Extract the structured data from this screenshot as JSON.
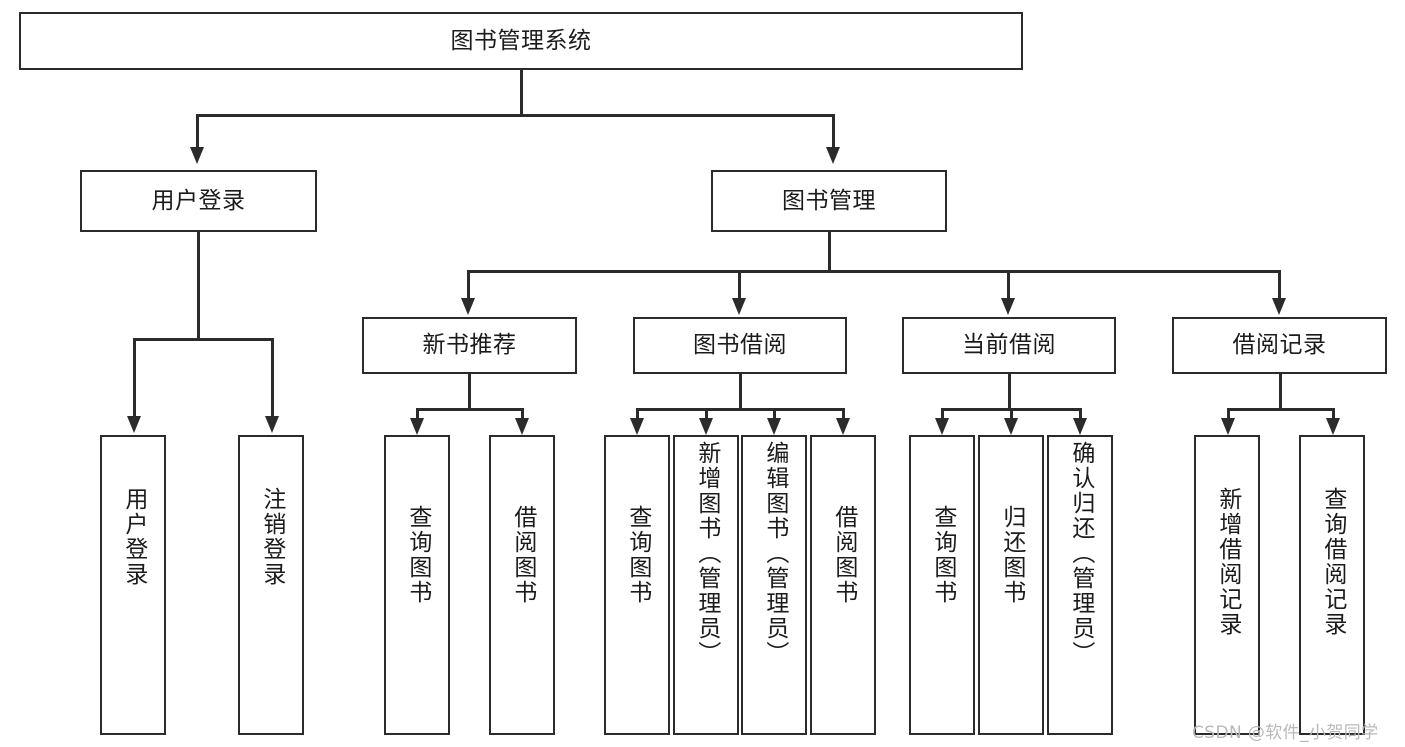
{
  "diagram": {
    "title": "图书管理系统",
    "type": "tree",
    "root": {
      "label": "图书管理系统"
    },
    "level2": [
      {
        "id": "user-login",
        "label": "用户登录"
      },
      {
        "id": "book-manage",
        "label": "图书管理"
      }
    ],
    "level3": [
      {
        "id": "new-book-recommend",
        "label": "新书推荐",
        "parent": "book-manage"
      },
      {
        "id": "book-borrow",
        "label": "图书借阅",
        "parent": "book-manage"
      },
      {
        "id": "current-borrow",
        "label": "当前借阅",
        "parent": "book-manage"
      },
      {
        "id": "borrow-record",
        "label": "借阅记录",
        "parent": "book-manage"
      }
    ],
    "leaves": [
      {
        "id": "leaf-user-login",
        "label": "用户登录",
        "parent": "user-login"
      },
      {
        "id": "leaf-logout",
        "label": "注销登录",
        "parent": "user-login"
      },
      {
        "id": "leaf-query-book-1",
        "label": "查询图书",
        "parent": "new-book-recommend"
      },
      {
        "id": "leaf-borrow-book-1",
        "label": "借阅图书",
        "parent": "new-book-recommend"
      },
      {
        "id": "leaf-query-book-2",
        "label": "查询图书",
        "parent": "book-borrow"
      },
      {
        "id": "leaf-add-book",
        "label": "新增图书（管理员）",
        "parent": "book-borrow"
      },
      {
        "id": "leaf-edit-book",
        "label": "编辑图书（管理员）",
        "parent": "book-borrow"
      },
      {
        "id": "leaf-borrow-book-2",
        "label": "借阅图书",
        "parent": "book-borrow"
      },
      {
        "id": "leaf-query-book-3",
        "label": "查询图书",
        "parent": "current-borrow"
      },
      {
        "id": "leaf-return-book",
        "label": "归还图书",
        "parent": "current-borrow"
      },
      {
        "id": "leaf-confirm-return",
        "label": "确认归还（管理员）",
        "parent": "current-borrow"
      },
      {
        "id": "leaf-add-record",
        "label": "新增借阅记录",
        "parent": "borrow-record"
      },
      {
        "id": "leaf-query-record",
        "label": "查询借阅记录",
        "parent": "borrow-record"
      }
    ],
    "colors": {
      "stroke": "#2b2b2b",
      "fill": "#ffffff",
      "text": "#1b1b1b",
      "watermark": "#b9b9b9"
    }
  },
  "watermark": {
    "text": "CSDN @软件_小贺同学"
  }
}
